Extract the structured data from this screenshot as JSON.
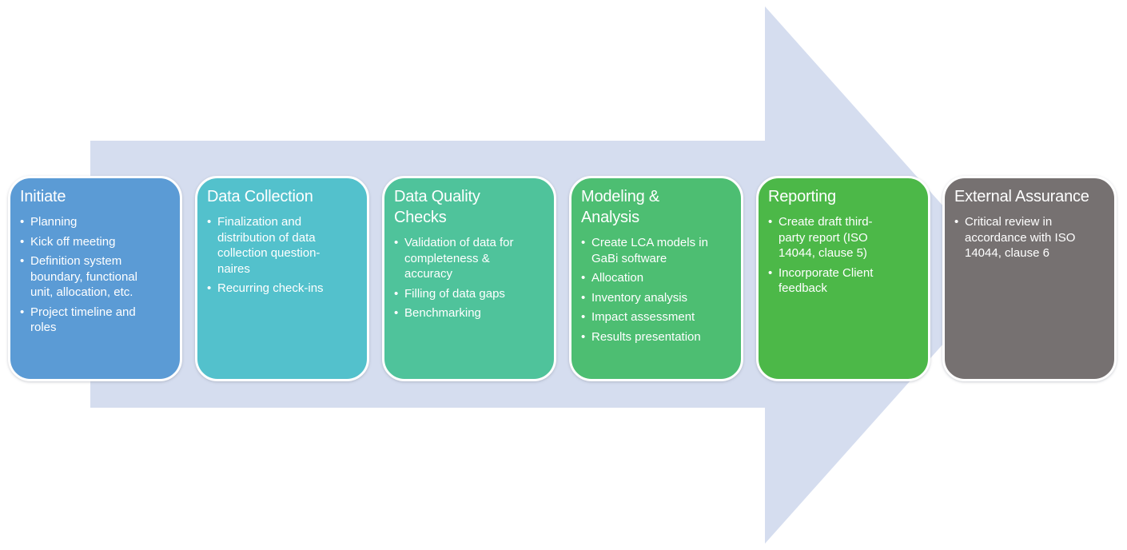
{
  "diagram": {
    "type": "process-flow-arrow",
    "arrow_color": "#D5DDEF",
    "background_color": "#FFFFFF",
    "text_color": "#FFFFFF",
    "bullet_char": "•",
    "stages": [
      {
        "title": "Initiate",
        "color": "#5B9BD5",
        "bullets": [
          "Planning",
          "Kick off meeting",
          "Definition system\nboundary, functional\nunit, allocation, etc.",
          "Project timeline and\nroles"
        ]
      },
      {
        "title": "Data Collection",
        "color": "#53C1CC",
        "bullets": [
          "Finalization and\ndistribution of data\ncollection question-\nnaires",
          "Recurring check-ins"
        ]
      },
      {
        "title": "Data Quality\nChecks",
        "color": "#4FC39B",
        "bullets": [
          "Validation of data for\ncompleteness &\naccuracy",
          "Filling of data gaps",
          "Benchmarking"
        ]
      },
      {
        "title": "Modeling &\nAnalysis",
        "color": "#4DBE72",
        "bullets": [
          "Create LCA models in\nGaBi software",
          "Allocation",
          "Inventory analysis",
          "Impact assessment",
          "Results presentation"
        ]
      },
      {
        "title": "Reporting",
        "color": "#4CB848",
        "bullets": [
          "Create draft third-\nparty report (ISO\n14044, clause 5)",
          "Incorporate Client\nfeedback"
        ]
      },
      {
        "title": "External Assurance",
        "color": "#767171",
        "bullets": [
          "Critical review in\naccordance with ISO\n14044, clause 6"
        ]
      }
    ]
  }
}
